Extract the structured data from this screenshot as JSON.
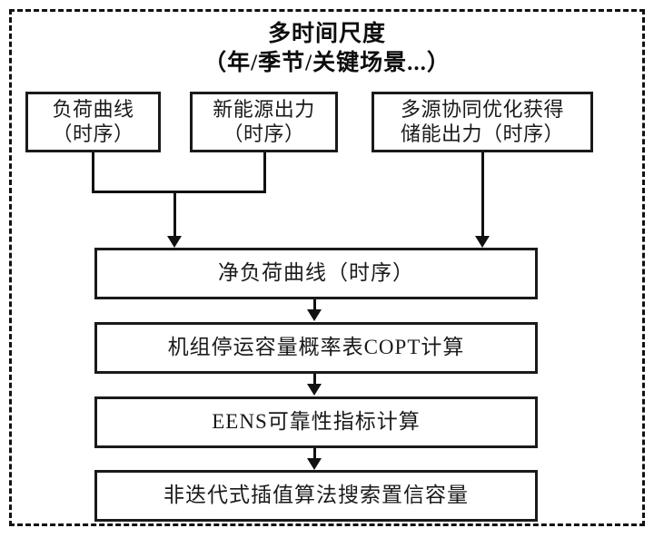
{
  "diagram": {
    "title_lines": [
      "多时间尺度",
      "（年/季节/关键场景...）"
    ],
    "frame": {
      "style": "dashed",
      "color": "#111111"
    },
    "colors": {
      "box_border": "#1a1a1a",
      "connector": "#111111",
      "background": "#ffffff",
      "text": "#1a1a1a"
    },
    "source_nodes": [
      {
        "id": "load-curve",
        "label": "负荷曲线\n（时序）"
      },
      {
        "id": "renewable-output",
        "label": "新能源出力\n（时序）"
      },
      {
        "id": "storage-output",
        "label": "多源协同优化获得\n储能出力（时序）"
      }
    ],
    "process_nodes": [
      {
        "id": "net-load-curve",
        "label": "净负荷曲线（时序）"
      },
      {
        "id": "copt-calc",
        "label": "机组停运容量概率表COPT计算"
      },
      {
        "id": "eens-calc",
        "label": "EENS可靠性指标计算"
      },
      {
        "id": "capacity-search",
        "label": "非迭代式插值算法搜索置信容量"
      }
    ]
  }
}
